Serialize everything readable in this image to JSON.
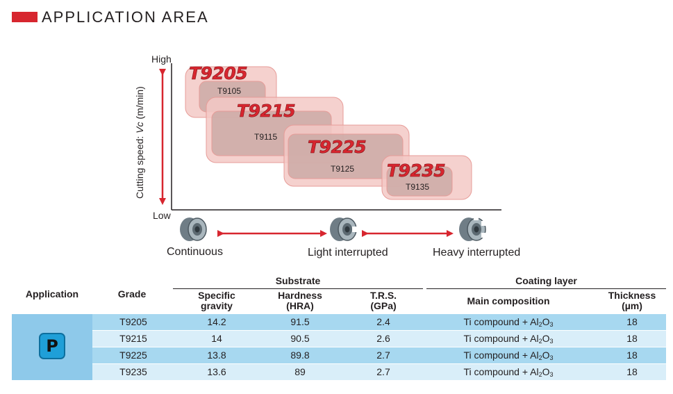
{
  "header": {
    "title": "APPLICATION AREA"
  },
  "diagram": {
    "y_axis": {
      "label_prefix": "Cutting speed: ",
      "label_var": "Vc",
      "label_suffix": " (m/min)",
      "high": "High",
      "low": "Low"
    },
    "areas": [
      {
        "grade": "T9205",
        "sub": "T9105"
      },
      {
        "grade": "T9215",
        "sub": "T9115"
      },
      {
        "grade": "T9225",
        "sub": "T9125"
      },
      {
        "grade": "T9235",
        "sub": "T9135"
      }
    ],
    "x_categories": [
      "Continuous",
      "Light interrupted",
      "Heavy interrupted"
    ],
    "colors": {
      "accent": "#d7262f",
      "area_outer": "#f3c9c6",
      "area_inner": "#c9a8a4",
      "axis": "#231f20"
    }
  },
  "table": {
    "headers": {
      "application": "Application",
      "grade": "Grade",
      "substrate": "Substrate",
      "coating": "Coating layer",
      "sg_1": "Specific",
      "sg_2": "gravity",
      "hard_1": "Hardness",
      "hard_2": "(HRA)",
      "trs_1": "T.R.S.",
      "trs_2": "(GPa)",
      "main_comp": "Main composition",
      "thick_1": "Thickness",
      "thick_2": "(µm)"
    },
    "application_badge": "P",
    "rows": [
      {
        "grade": "T9205",
        "sg": "14.2",
        "hra": "91.5",
        "trs": "2.4",
        "comp": "Ti compound + Al",
        "thick": "18"
      },
      {
        "grade": "T9215",
        "sg": "14",
        "hra": "90.5",
        "trs": "2.6",
        "comp": "Ti compound + Al",
        "thick": "18"
      },
      {
        "grade": "T9225",
        "sg": "13.8",
        "hra": "89.8",
        "trs": "2.7",
        "comp": "Ti compound + Al",
        "thick": "18"
      },
      {
        "grade": "T9235",
        "sg": "13.6",
        "hra": "89",
        "trs": "2.7",
        "comp": "Ti compound + Al",
        "thick": "18"
      }
    ],
    "comp_sub_1": "2",
    "comp_mid": "O",
    "comp_sub_2": "3",
    "colors": {
      "row_dark": "#a7d8f0",
      "row_light": "#d9eef9",
      "app_cell": "#8ec9ea",
      "badge": "#1f9fd8"
    }
  }
}
